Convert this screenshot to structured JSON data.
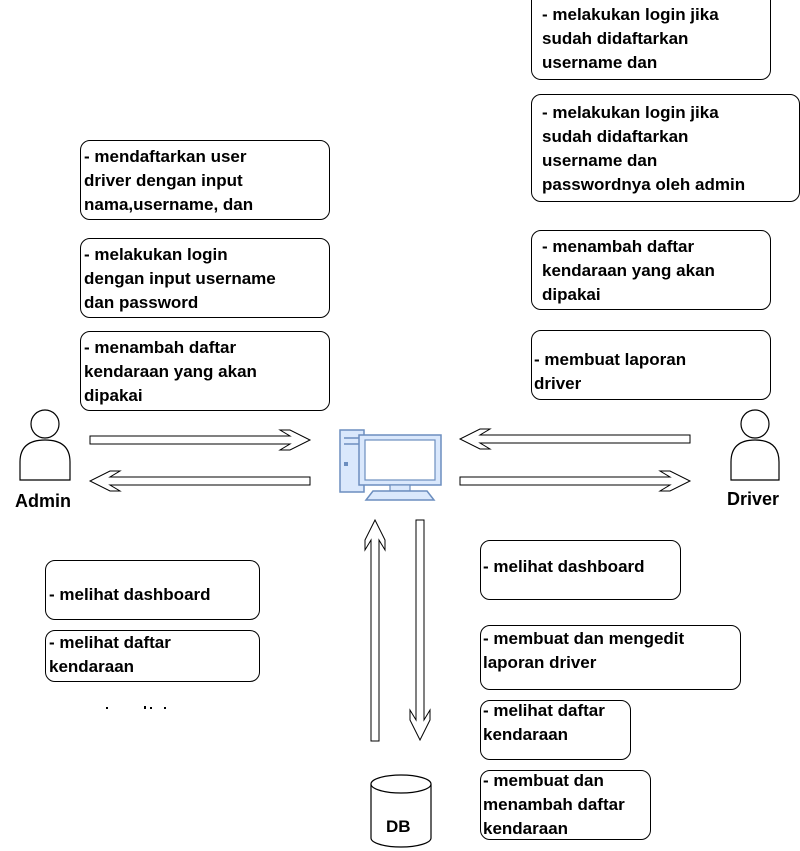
{
  "actors": {
    "admin": {
      "label": "Admin",
      "icon": "user-icon"
    },
    "driver": {
      "label": "Driver",
      "icon": "user-icon"
    }
  },
  "system": {
    "icon": "computer-icon"
  },
  "database": {
    "label": "DB",
    "icon": "database-icon"
  },
  "admin_input": [
    "- mendaftarkan user\ndriver dengan input\nnama,username, dan",
    "- melakukan login\ndengan input username\ndan password",
    "- menambah daftar\nkendaraan yang akan\ndipakai"
  ],
  "admin_output": [
    "- melihat dashboard",
    "- melihat daftar\nkendaraan"
  ],
  "driver_input": [
    "- melakukan login jika\nsudah didaftarkan\nusername dan",
    "- melakukan login jika\nsudah didaftarkan\nusername dan\npasswordnya oleh admin",
    "- menambah daftar\nkendaraan yang akan\ndipakai",
    "- membuat laporan\ndriver"
  ],
  "driver_output": [
    "- melihat dashboard",
    "- membuat dan mengedit\nlaporan driver",
    "- melihat daftar\nkendaraan",
    "- membuat dan\nmenambah daftar\nkendaraan"
  ],
  "colors": {
    "stroke": "#000000",
    "computer_fill": "#dae8fc",
    "computer_stroke": "#6c8ebf"
  }
}
